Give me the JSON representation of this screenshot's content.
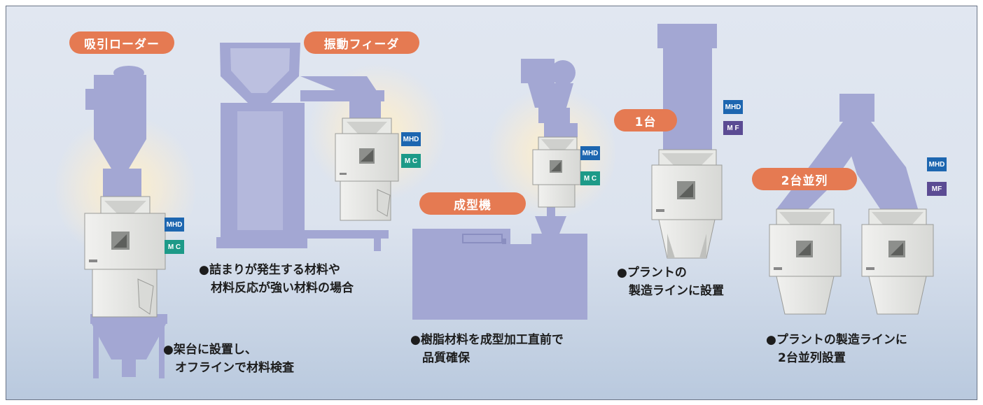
{
  "labels": {
    "suction_loader": "吸引ローダー",
    "vibration_feeder": "振動フィーダ",
    "molding_machine": "成型機",
    "one_unit": "1台",
    "two_parallel": "2台並列"
  },
  "badges": {
    "mhd": "MHD",
    "mc": "M C",
    "mf_spaced": "M F",
    "mf": "MF"
  },
  "captions": {
    "offline": [
      "●架台に設置し、",
      "　オフラインで材料検査"
    ],
    "clog": [
      "●詰まりが発生する材料や",
      "　材料反応が強い材料の場合"
    ],
    "molding": [
      "●樹脂材料を成型加工直前で",
      "　品質確保"
    ],
    "plant": [
      "●プラントの",
      "　製造ラインに設置"
    ],
    "parallel": [
      "●プラントの製造ラインに",
      "　2台並列設置"
    ]
  },
  "colors": {
    "pipe": "#a3a7d3",
    "machine_body": "#e3e4e2",
    "label_pill": "#e57a52",
    "badge_mhd": "#1d66b0",
    "badge_mc": "#1d9a88",
    "badge_mf": "#5b4b93"
  }
}
